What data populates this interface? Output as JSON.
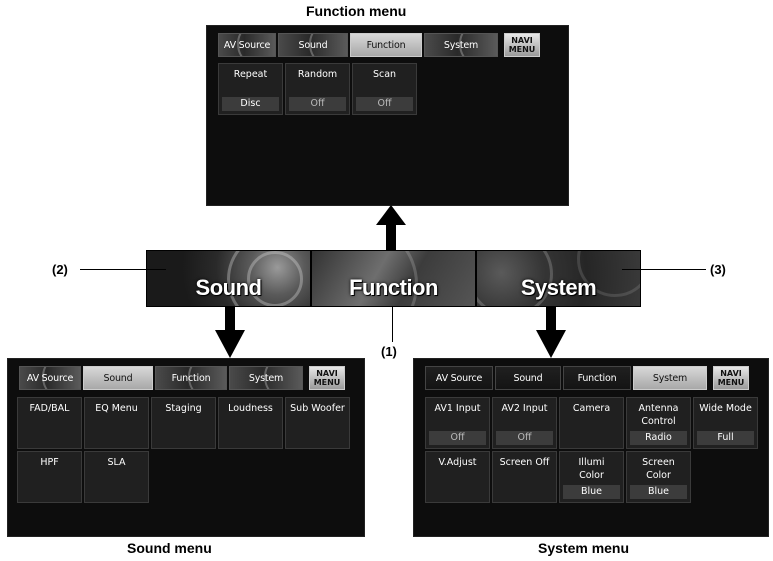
{
  "captions": {
    "function_menu": "Function menu",
    "sound_menu": "Sound menu",
    "system_menu": "System menu"
  },
  "callouts": {
    "c1": "(1)",
    "c2": "(2)",
    "c3": "(3)"
  },
  "main_bar": {
    "sound": "Sound",
    "function": "Function",
    "system": "System"
  },
  "navi": {
    "line1": "NAVI",
    "line2": "MENU"
  },
  "function_screen": {
    "tabs": [
      "AV Source",
      "Sound",
      "Function",
      "System"
    ],
    "active_tab": "Function",
    "items": [
      {
        "label": "Repeat",
        "value": "Disc"
      },
      {
        "label": "Random",
        "value": "Off"
      },
      {
        "label": "Scan",
        "value": "Off"
      }
    ]
  },
  "sound_screen": {
    "tabs": [
      "AV Source",
      "Sound",
      "Function",
      "System"
    ],
    "active_tab": "Sound",
    "items": [
      {
        "label": "FAD/BAL"
      },
      {
        "label": "EQ Menu"
      },
      {
        "label": "Staging"
      },
      {
        "label": "Loudness"
      },
      {
        "label": "Sub Woofer"
      },
      {
        "label": "HPF"
      },
      {
        "label": "SLA"
      }
    ]
  },
  "system_screen": {
    "tabs": [
      "AV Source",
      "Sound",
      "Function",
      "System"
    ],
    "active_tab": "System",
    "items": [
      {
        "label": "AV1 Input",
        "value": "Off"
      },
      {
        "label": "AV2 Input",
        "value": "Off"
      },
      {
        "label": "Camera"
      },
      {
        "label": "Antenna\nControl",
        "value": "Radio"
      },
      {
        "label": "Wide Mode",
        "value": "Full"
      },
      {
        "label": "V.Adjust"
      },
      {
        "label": "Screen Off"
      },
      {
        "label": "Illumi\nColor",
        "value": "Blue"
      },
      {
        "label": "Screen\nColor",
        "value": "Blue"
      }
    ]
  },
  "colors": {
    "screen_bg": "#0d0d0d",
    "active_tab": "#c0c0c0",
    "cell_bg": "#202020",
    "value_bar": "#3c3c3c"
  }
}
